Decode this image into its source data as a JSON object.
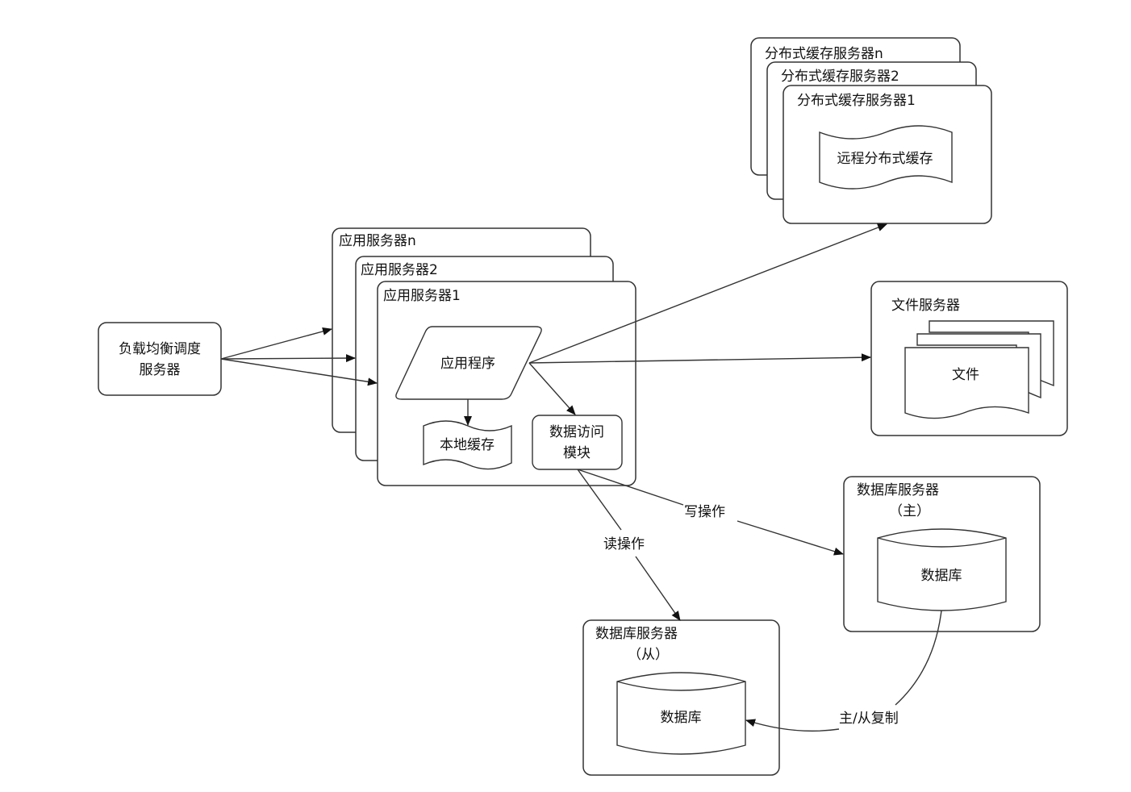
{
  "diagram": {
    "title": "",
    "colors": {
      "stroke": "#333333",
      "background": "#ffffff",
      "text": "#111111"
    },
    "nodes": {
      "load_balancer": {
        "label_line1": "负载均衡调度",
        "label_line2": "服务器"
      },
      "app_servers": {
        "stack": [
          "应用服务器n",
          "应用服务器2",
          "应用服务器1"
        ],
        "application": "应用程序",
        "local_cache": "本地缓存",
        "data_access_line1": "数据访问",
        "data_access_line2": "模块"
      },
      "cache_servers": {
        "stack": [
          "分布式缓存服务器n",
          "分布式缓存服务器2",
          "分布式缓存服务器1"
        ],
        "remote_cache": "远程分布式缓存"
      },
      "file_server": {
        "title": "文件服务器",
        "file": "文件"
      },
      "db_master": {
        "title_line1": "数据库服务器",
        "title_line2": "（主）",
        "db": "数据库"
      },
      "db_slave": {
        "title_line1": "数据库服务器",
        "title_line2": "（从）",
        "db": "数据库"
      }
    },
    "edges": {
      "write": "写操作",
      "read": "读操作",
      "replication": "主/从复制"
    }
  }
}
